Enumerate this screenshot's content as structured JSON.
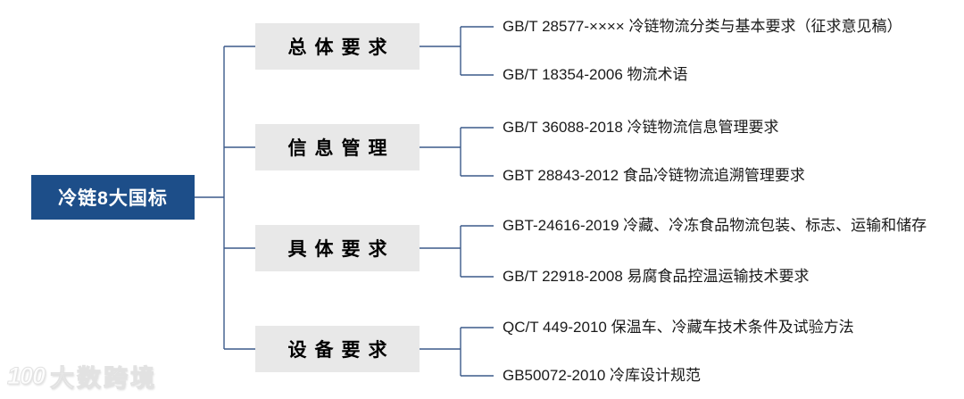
{
  "root": {
    "label": "冷链8大国标"
  },
  "branches": [
    {
      "label": "总体要求",
      "children": [
        "GB/T 28577-×××× 冷链物流分类与基本要求（征求意见稿）",
        "GB/T 18354-2006 物流术语"
      ]
    },
    {
      "label": "信息管理",
      "children": [
        "GB/T 36088-2018 冷链物流信息管理要求",
        "GBT 28843-2012 食品冷链物流追溯管理要求"
      ]
    },
    {
      "label": "具体要求",
      "children": [
        "GBT-24616-2019 冷藏、冷冻食品物流包装、标志、运输和储存",
        "GB/T 22918-2008 易腐食品控温运输技术要求"
      ]
    },
    {
      "label": "设备要求",
      "children": [
        "QC/T 449-2010 保温车、冷藏车技术条件及试验方法",
        "GB50072-2010 冷库设计规范"
      ]
    }
  ],
  "watermark": {
    "logo": "100",
    "text": "大数跨境"
  },
  "colors": {
    "root_bg": "#1d4e89",
    "root_text": "#ffffff",
    "branch_bg": "#e8e8e8",
    "branch_text": "#000000",
    "connector_line": "#3c5a8a",
    "leaf_text": "#1a1a1a",
    "watermark": "#e2e2e2"
  }
}
